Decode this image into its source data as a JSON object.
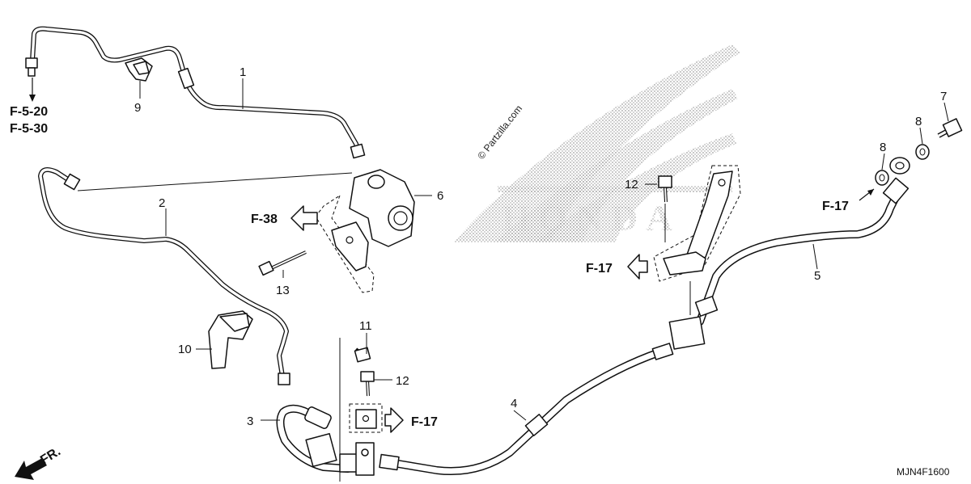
{
  "watermark": "© Partzilla.com",
  "brand_logo_text": "HONDA",
  "diagram_code": "MJN4F1600",
  "front_marker": "FR.",
  "callouts": [
    "1",
    "2",
    "3",
    "4",
    "5",
    "6",
    "7",
    "8",
    "8",
    "9",
    "10",
    "11",
    "12",
    "12",
    "13"
  ],
  "references": {
    "top_left_1": "F-5-20",
    "top_left_2": "F-5-30",
    "modulator": "F-38",
    "clamp": "F-17",
    "bracket": "F-17",
    "hose_end": "F-17"
  }
}
